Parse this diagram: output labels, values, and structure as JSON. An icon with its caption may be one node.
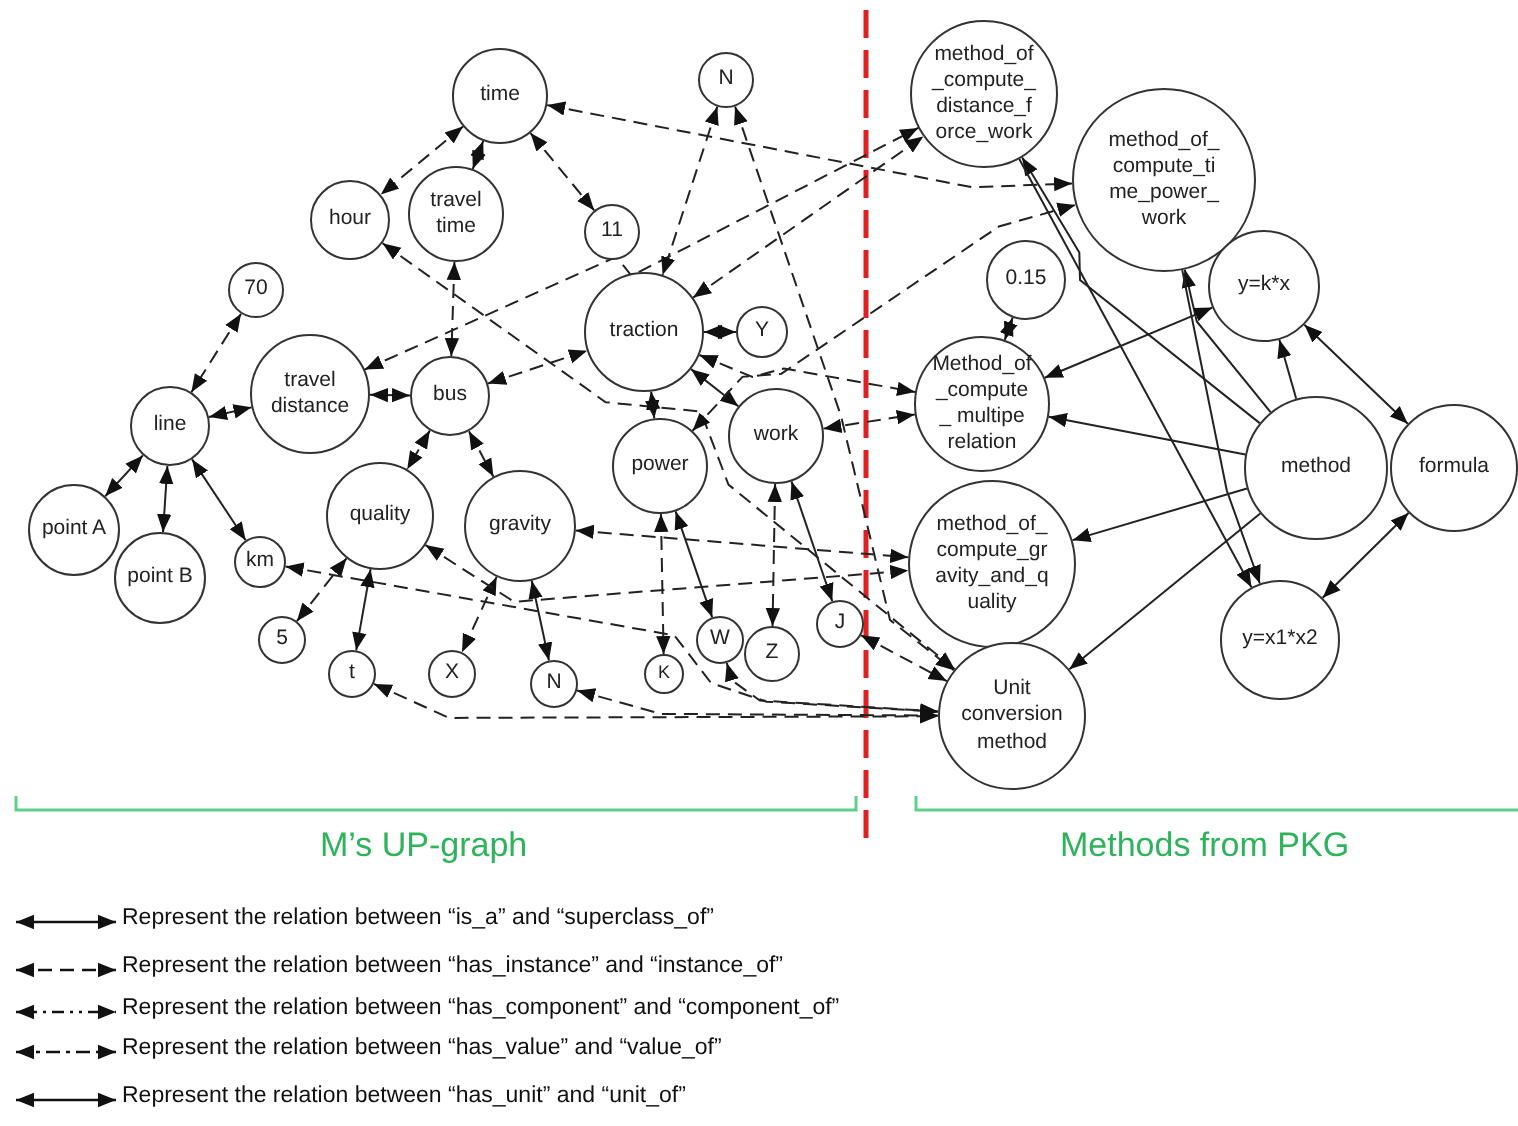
{
  "diagram": {
    "nodes": [
      {
        "text": [
          "time"
        ]
      },
      {
        "text": [
          "hour"
        ]
      },
      {
        "text": [
          "travel time"
        ]
      },
      {
        "text": [
          "N"
        ]
      },
      {
        "text": [
          "11"
        ]
      },
      {
        "text": [
          "70"
        ]
      },
      {
        "text": [
          "travel distance"
        ]
      },
      {
        "text": [
          "bus"
        ]
      },
      {
        "text": [
          "traction"
        ]
      },
      {
        "text": [
          "Y"
        ]
      },
      {
        "text": [
          "line"
        ]
      },
      {
        "text": [
          "power"
        ]
      },
      {
        "text": [
          "work"
        ]
      },
      {
        "text": [
          "quality"
        ]
      },
      {
        "text": [
          "gravity"
        ]
      },
      {
        "text": [
          "point A"
        ]
      },
      {
        "text": [
          "point B"
        ]
      },
      {
        "text": [
          "km"
        ]
      },
      {
        "text": [
          "5"
        ]
      },
      {
        "text": [
          "t"
        ]
      },
      {
        "text": [
          "X"
        ]
      },
      {
        "text": [
          "N"
        ]
      },
      {
        "text": [
          "K"
        ]
      },
      {
        "text": [
          "W"
        ]
      },
      {
        "text": [
          "Z"
        ]
      },
      {
        "text": [
          "J"
        ]
      },
      {
        "text": [
          "method_of _compute_ distance_f orce_work"
        ]
      },
      {
        "text": [
          "method_of_ compute_ti me_power_ work"
        ]
      },
      {
        "text": [
          "0.15"
        ]
      },
      {
        "text": [
          "Method_of _compute_ multipe relation"
        ]
      },
      {
        "text": [
          "method_of_ compute_gr avity_and_q uality"
        ]
      },
      {
        "text": [
          "Unit conversion method"
        ]
      },
      {
        "text": [
          "y=k*x"
        ]
      },
      {
        "text": [
          "method"
        ]
      },
      {
        "text": [
          "formula"
        ]
      },
      {
        "text": [
          "y=x1*x2"
        ]
      }
    ],
    "edges": [
      {
        "from": 0,
        "to": 1,
        "arrow": "both",
        "style": "dashed"
      },
      {
        "from": 0,
        "to": 2,
        "arrow": "both"
      },
      {
        "from": 0,
        "to": 4,
        "arrow": "both",
        "style": "dashed"
      },
      {
        "from": 0,
        "to": 27,
        "arrow": "both",
        "style": "dashed"
      },
      {
        "from": 1,
        "to": 31,
        "arrow": "both",
        "style": "dashed"
      },
      {
        "from": 2,
        "to": 7,
        "arrow": "both",
        "style": "dashed"
      },
      {
        "from": 5,
        "to": 10,
        "arrow": "both",
        "style": "dashed"
      },
      {
        "from": 10,
        "to": 6,
        "arrow": "both"
      },
      {
        "from": 6,
        "to": 7,
        "arrow": "both"
      },
      {
        "from": 6,
        "to": 26,
        "arrow": "both",
        "style": "dashed"
      },
      {
        "from": 7,
        "to": 8,
        "arrow": "both",
        "style": "dashed"
      },
      {
        "from": 3,
        "to": 8,
        "arrow": "both",
        "style": "dashed"
      },
      {
        "from": 3,
        "to": 31,
        "arrow": "both",
        "style": "dashed"
      },
      {
        "from": 8,
        "to": 26,
        "arrow": "both",
        "style": "dashed"
      },
      {
        "from": 8,
        "to": 9,
        "arrow": "both"
      },
      {
        "from": 8,
        "to": 11,
        "arrow": "both"
      },
      {
        "from": 8,
        "to": 12,
        "arrow": "both"
      },
      {
        "from": 8,
        "to": 29,
        "arrow": "both",
        "style": "dashed"
      },
      {
        "from": 11,
        "to": 22,
        "arrow": "both",
        "style": "dashed"
      },
      {
        "from": 11,
        "to": 23,
        "arrow": "both"
      },
      {
        "from": 11,
        "to": 27,
        "arrow": "both",
        "style": "dashed"
      },
      {
        "from": 12,
        "to": 24,
        "arrow": "both",
        "style": "dashed"
      },
      {
        "from": 12,
        "to": 25,
        "arrow": "both"
      },
      {
        "from": 12,
        "to": 29,
        "arrow": "both",
        "style": "dashed"
      },
      {
        "from": 10,
        "to": 15,
        "arrow": "both"
      },
      {
        "from": 10,
        "to": 16,
        "arrow": "both"
      },
      {
        "from": 10,
        "to": 17,
        "arrow": "both"
      },
      {
        "from": 7,
        "to": 13,
        "arrow": "both",
        "style": "dashed"
      },
      {
        "from": 7,
        "to": 14,
        "arrow": "both",
        "style": "dashed"
      },
      {
        "from": 13,
        "to": 18,
        "arrow": "both",
        "style": "dashed"
      },
      {
        "from": 13,
        "to": 19,
        "arrow": "both"
      },
      {
        "from": 14,
        "to": 20,
        "arrow": "both",
        "style": "dashed"
      },
      {
        "from": 14,
        "to": 21,
        "arrow": "both"
      },
      {
        "from": 13,
        "to": 30,
        "arrow": "both",
        "style": "dashed"
      },
      {
        "from": 14,
        "to": 30,
        "arrow": "both",
        "style": "dashed"
      },
      {
        "from": 17,
        "to": 31,
        "arrow": "both",
        "style": "dashed"
      },
      {
        "from": 19,
        "to": 31,
        "arrow": "both",
        "style": "dashed"
      },
      {
        "from": 21,
        "to": 31,
        "arrow": "both",
        "style": "dashed"
      },
      {
        "from": 23,
        "to": 31,
        "arrow": "both",
        "style": "dashed"
      },
      {
        "from": 25,
        "to": 31,
        "arrow": "both",
        "style": "dashed"
      },
      {
        "from": 28,
        "to": 29,
        "arrow": "both"
      },
      {
        "from": 33,
        "to": 26,
        "arrow": "to"
      },
      {
        "from": 33,
        "to": 27,
        "arrow": "to"
      },
      {
        "from": 33,
        "to": 29,
        "arrow": "to"
      },
      {
        "from": 33,
        "to": 30,
        "arrow": "to"
      },
      {
        "from": 33,
        "to": 31,
        "arrow": "to"
      },
      {
        "from": 33,
        "to": 32,
        "arrow": "to"
      },
      {
        "from": 26,
        "to": 35,
        "arrow": "to"
      },
      {
        "from": 27,
        "to": 35,
        "arrow": "to"
      },
      {
        "from": 32,
        "to": 29,
        "arrow": "both"
      },
      {
        "from": 32,
        "to": 34,
        "arrow": "both"
      },
      {
        "from": 34,
        "to": 35,
        "arrow": "both"
      }
    ],
    "labels": [
      "M’s UP-graph",
      "Methods from PKG"
    ],
    "legend": [
      {
        "text": "Represent the relation between “is_a” and “superclass_of”"
      },
      {
        "text": "Represent the relation between “has_instance” and “instance_of”"
      },
      {
        "text": "Represent the relation between “has_component” and “component_of”"
      },
      {
        "text": "Represent the relation between “has_value” and “value_of”"
      },
      {
        "text": "Represent the relation between “has_unit” and “unit_of”"
      }
    ]
  }
}
